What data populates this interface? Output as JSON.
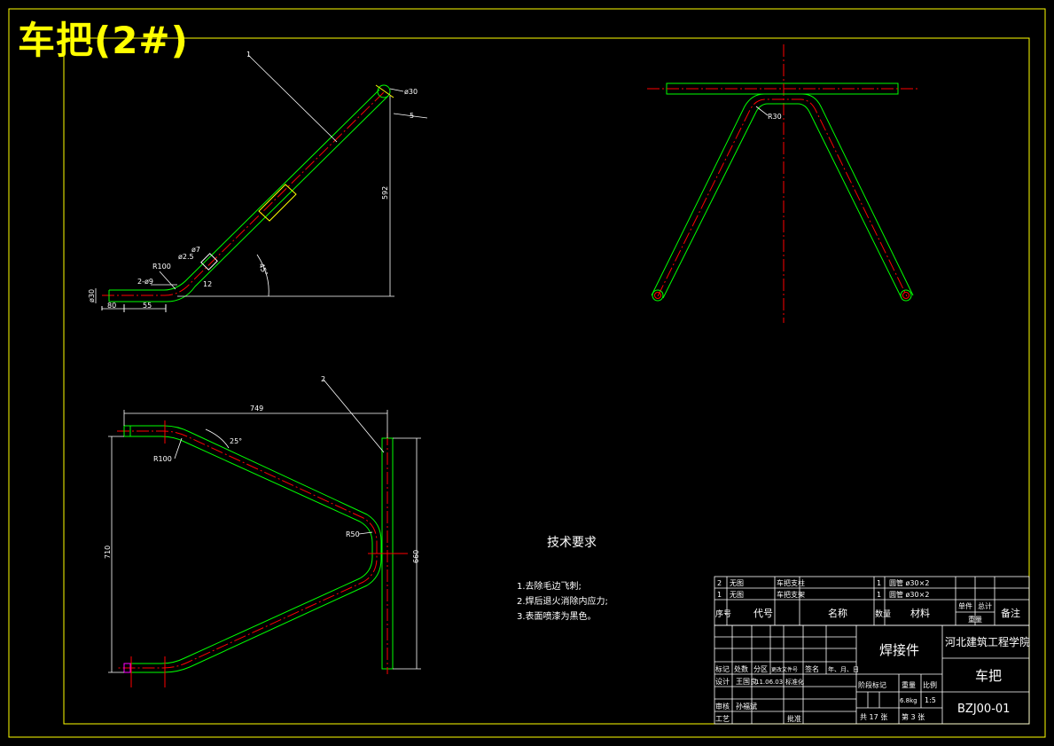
{
  "title": "车把(2#)",
  "colors": {
    "background": "#000000",
    "frame": "#ffff00",
    "outline": "#00ff00",
    "centerline": "#ff0000",
    "dimension": "#ffffff",
    "highlight": "#ffff00"
  },
  "view_top_left": {
    "leader_label": "1",
    "dims": {
      "d_top": "ø30",
      "d_angle_small": "5",
      "height": "592",
      "angle": "45°",
      "radius": "R100",
      "hole_d": "ø7",
      "hole_d2": "ø2.5",
      "hole_len": "12",
      "holes": "2-ø9",
      "end_d": "ø30",
      "len_a": "80",
      "len_b": "55"
    }
  },
  "view_top_right": {
    "radius": "R30"
  },
  "view_bottom_left": {
    "leader_label": "2",
    "dims": {
      "width": "749",
      "height": "710",
      "radius_end": "R100",
      "angle": "25°",
      "radius_mid": "R50",
      "post_height": "660"
    }
  },
  "tech_requirements": {
    "heading": "技术要求",
    "items": [
      "1.去除毛边飞刺;",
      "2.焊后退火消除内应力;",
      "3.表面喷漆为黑色。"
    ]
  },
  "title_block": {
    "parts_rows": [
      {
        "seq": "2",
        "code": "无图",
        "name": "车把支柱",
        "qty": "1",
        "material": "圆管 ø30×2"
      },
      {
        "seq": "1",
        "code": "无图",
        "name": "车把支架",
        "qty": "1",
        "material": "圆管 ø30×2"
      }
    ],
    "headers": {
      "seq": "序号",
      "code": "代号",
      "name": "名称",
      "qty": "数量",
      "material": "材料",
      "unit_weight": "单件",
      "total_weight": "总计",
      "weight": "重量",
      "remark": "备注"
    },
    "drawing_type": "焊接件",
    "school": "河北建筑工程学院",
    "part_name": "车把",
    "drawing_no": "BZJ00-01",
    "revision_row": [
      "标记",
      "处数",
      "分区",
      "更改文件号",
      "签名",
      "年、月、日"
    ],
    "design_label": "设计",
    "designer": "王国良",
    "design_date": "11.06.03",
    "std_label": "标准化",
    "review_label": "审核",
    "reviewer": "孙福斌",
    "process_label": "工艺",
    "approve_label": "批准",
    "stage_label": "阶段标记",
    "weight_label": "重量",
    "scale_label": "比例",
    "weight_value": "6.8kg",
    "scale_value": "1:5",
    "sheets_total": "共 17 张",
    "sheet_no": "第 3 张"
  }
}
